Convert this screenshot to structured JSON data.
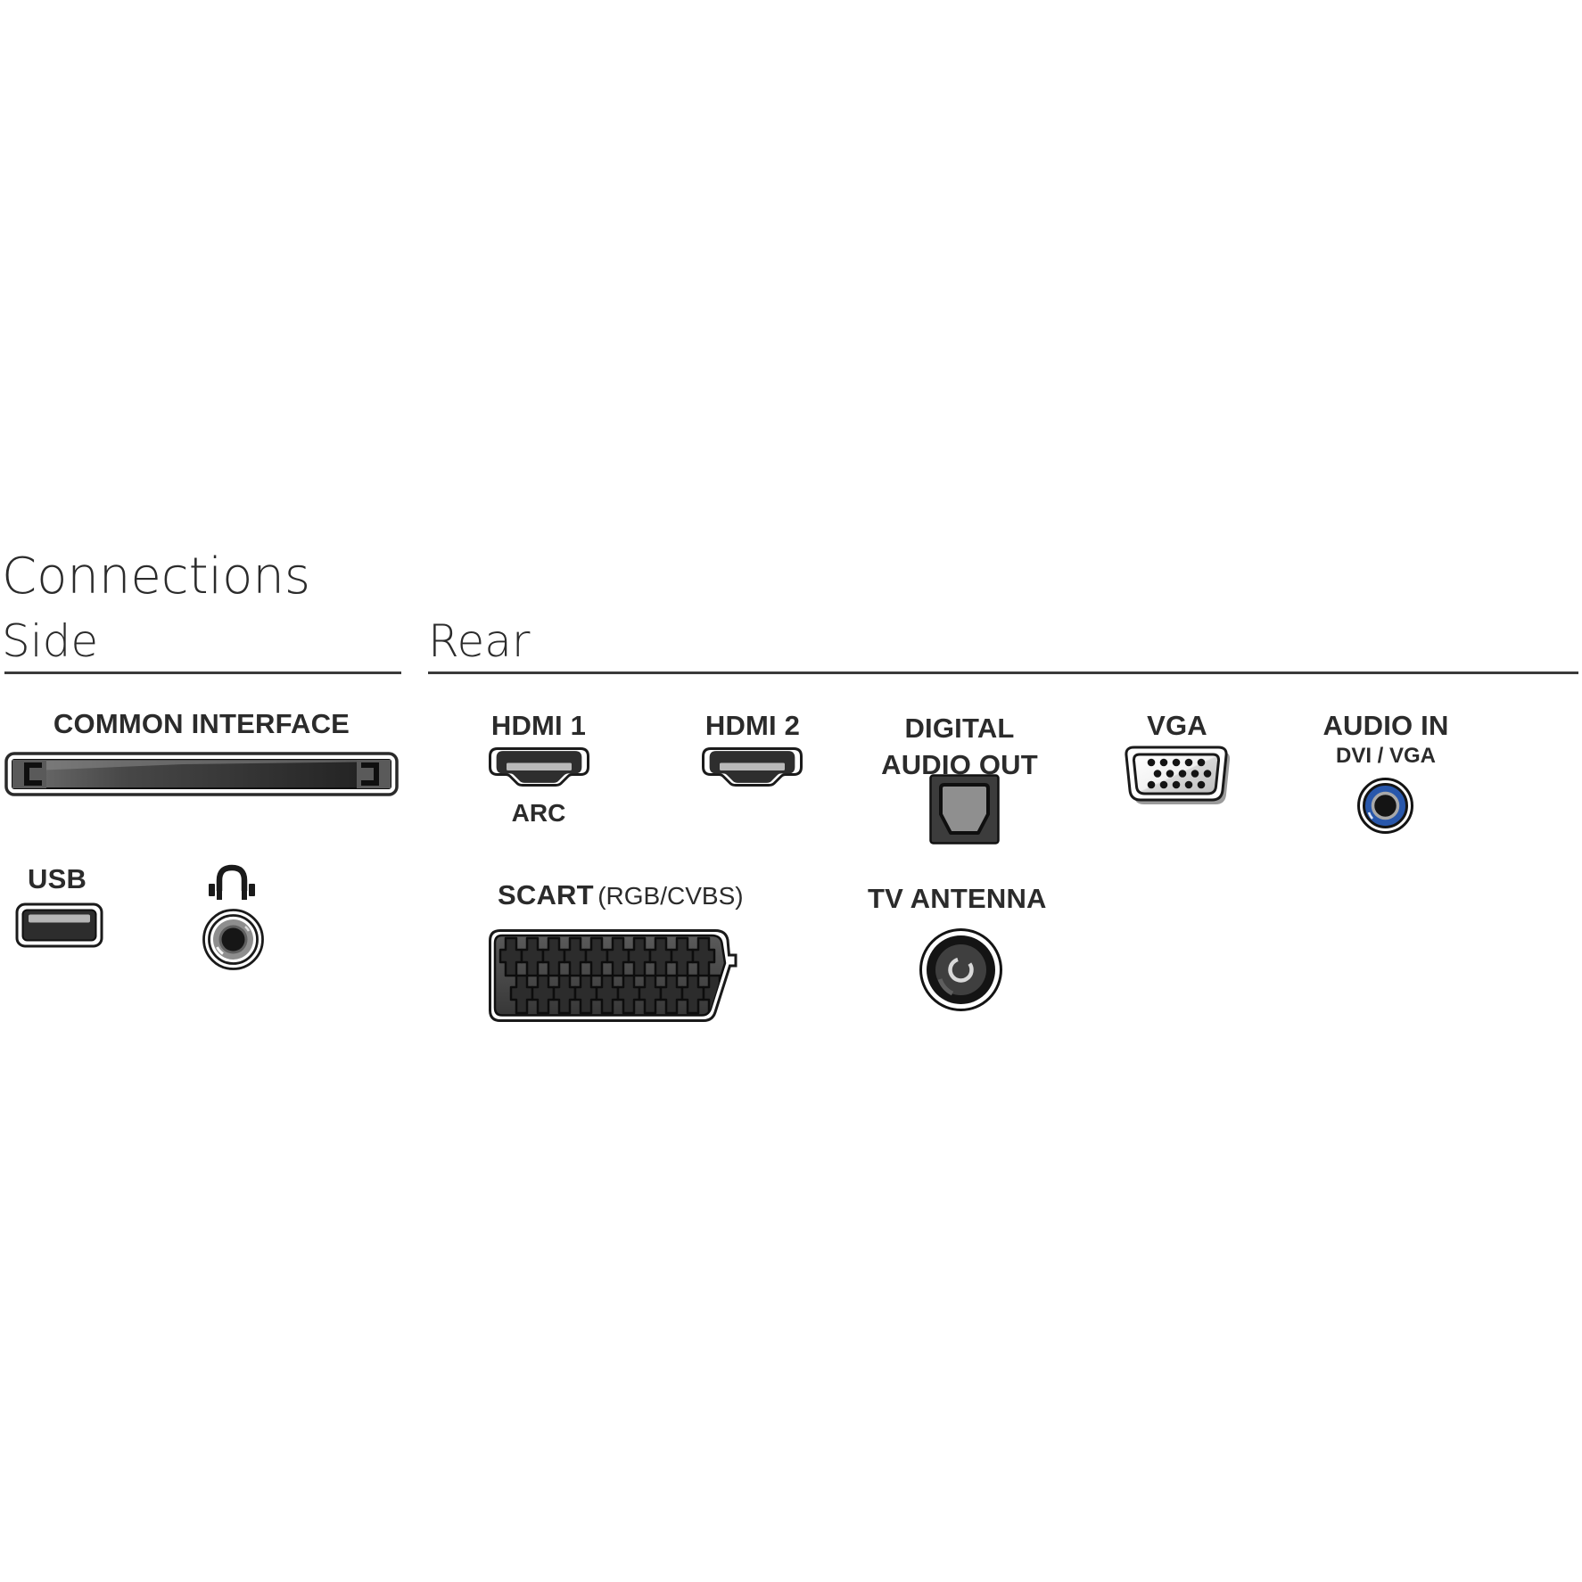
{
  "page": {
    "title": "Connections"
  },
  "colors": {
    "text": "#2b2b2b",
    "accent_blue": "#2857ab"
  },
  "side": {
    "heading": "Side",
    "common_interface": {
      "label": "COMMON INTERFACE"
    },
    "usb": {
      "label": "USB"
    }
  },
  "rear": {
    "heading": "Rear",
    "hdmi1": {
      "label": "HDMI 1",
      "sublabel": "ARC"
    },
    "hdmi2": {
      "label": "HDMI 2"
    },
    "digital_audio_out": {
      "line1": "DIGITAL",
      "line2": "AUDIO OUT"
    },
    "vga": {
      "label": "VGA"
    },
    "audio_in": {
      "label": "AUDIO IN",
      "sublabel": "DVI / VGA"
    },
    "scart": {
      "label": "SCART",
      "sublabel": "(RGB/CVBS)"
    },
    "tv_antenna": {
      "label": "TV ANTENNA"
    }
  },
  "icons": {
    "common_interface_slot": "ci-card-slot",
    "usb_port": "usb-a-port",
    "headphones": "headphones",
    "headphone_jack": "jack-3-5mm",
    "hdmi_port": "hdmi-receptacle",
    "optical_port": "toslink-optical-port",
    "vga_port": "vga-d-sub-15",
    "rca_jack": "rca-jack-blue",
    "scart_port": "scart-21pin",
    "antenna_port": "iec-antenna-coax"
  }
}
